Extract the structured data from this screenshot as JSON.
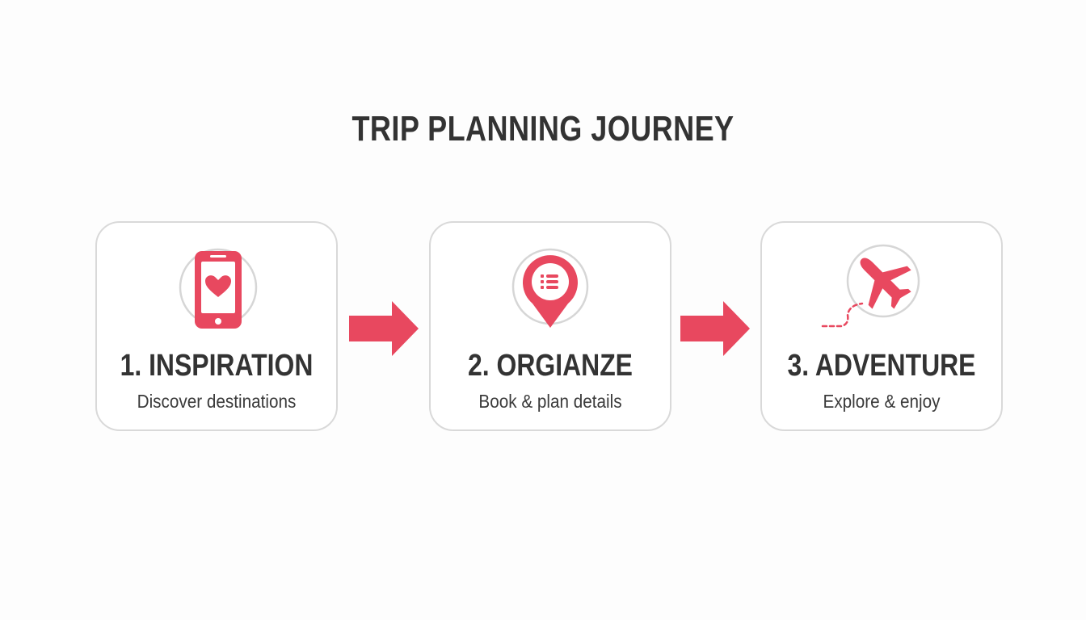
{
  "title": "TRIP PLANNING JOURNEY",
  "accent_color": "#e8485f",
  "steps": [
    {
      "title": "1. INSPIRATION",
      "description": "Discover destinations",
      "icon": "phone-heart-icon"
    },
    {
      "title": "2. ORGIANZE",
      "description": "Book & plan details",
      "icon": "map-pin-list-icon"
    },
    {
      "title": "3. ADVENTURE",
      "description": "Explore & enjoy",
      "icon": "airplane-icon"
    }
  ]
}
